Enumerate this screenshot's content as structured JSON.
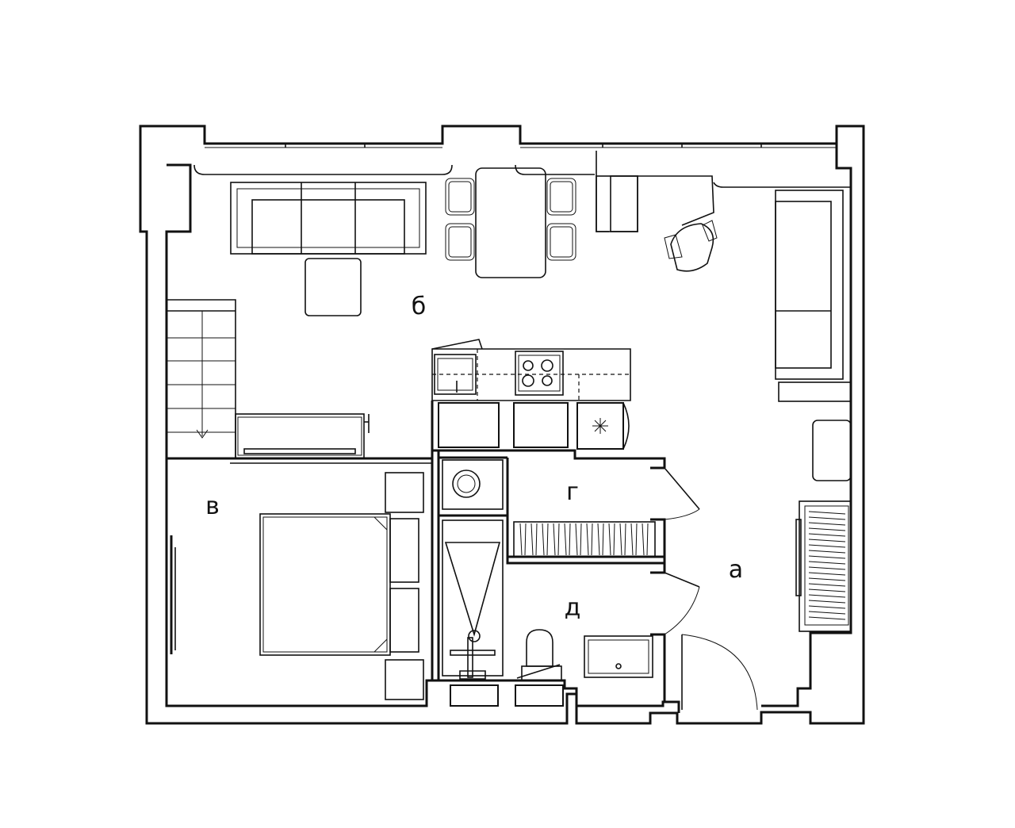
{
  "rooms": {
    "hall": "а",
    "living": "б",
    "bedroom": "в",
    "storage": "г",
    "bathroom": "д"
  },
  "colors": {
    "line": "#111111",
    "background": "#ffffff"
  }
}
